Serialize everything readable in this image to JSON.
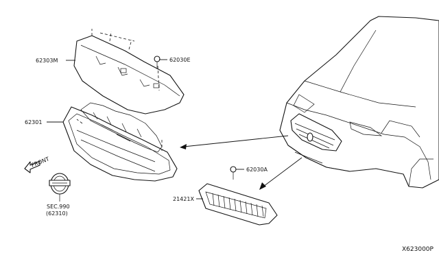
{
  "labels": {
    "cover": "62303M",
    "clip_upper": "62030E",
    "grille": "62301",
    "clip_lower": "62030A",
    "lower_grille": "21421X",
    "sec_line1": "SEC.990",
    "sec_line2": "(62310)",
    "front": "FRONT",
    "diagram_code": "X623000P"
  },
  "colors": {
    "line": "#111111",
    "background": "#ffffff"
  }
}
